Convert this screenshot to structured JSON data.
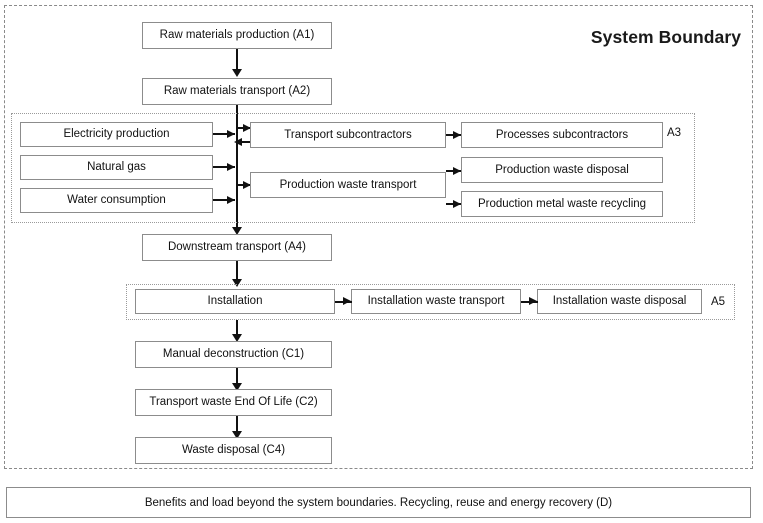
{
  "diagram": {
    "boundary_title": "System Boundary",
    "bottom_bar": "Benefits and load beyond the system boundaries. Recycling, reuse and energy recovery (D)"
  },
  "stages": {
    "a1": "Raw materials production (A1)",
    "a2": "Raw materials transport (A2)",
    "a4": "Downstream transport (A4)",
    "c1": "Manual deconstruction (C1)",
    "c2": "Transport waste End Of Life (C2)",
    "c4": "Waste disposal (C4)"
  },
  "a3_group": {
    "label": "A3",
    "inputs": [
      {
        "label": "Electricity production"
      },
      {
        "label": "Natural gas"
      },
      {
        "label": "Water consumption"
      }
    ],
    "middle": [
      {
        "label": "Transport subcontractors"
      },
      {
        "label": "Production waste transport"
      }
    ],
    "outputs": [
      {
        "label": "Processes subcontractors"
      },
      {
        "label": "Production waste disposal"
      },
      {
        "label": "Production metal waste recycling"
      }
    ]
  },
  "a5_group": {
    "label": "A5",
    "steps": [
      {
        "label": "Installation"
      },
      {
        "label": "Installation waste transport"
      },
      {
        "label": "Installation waste disposal"
      }
    ]
  },
  "colors": {
    "box_border": "#8c8c8c",
    "connector": "#111111",
    "boundary": "#8a8a8a",
    "background": "#ffffff"
  }
}
